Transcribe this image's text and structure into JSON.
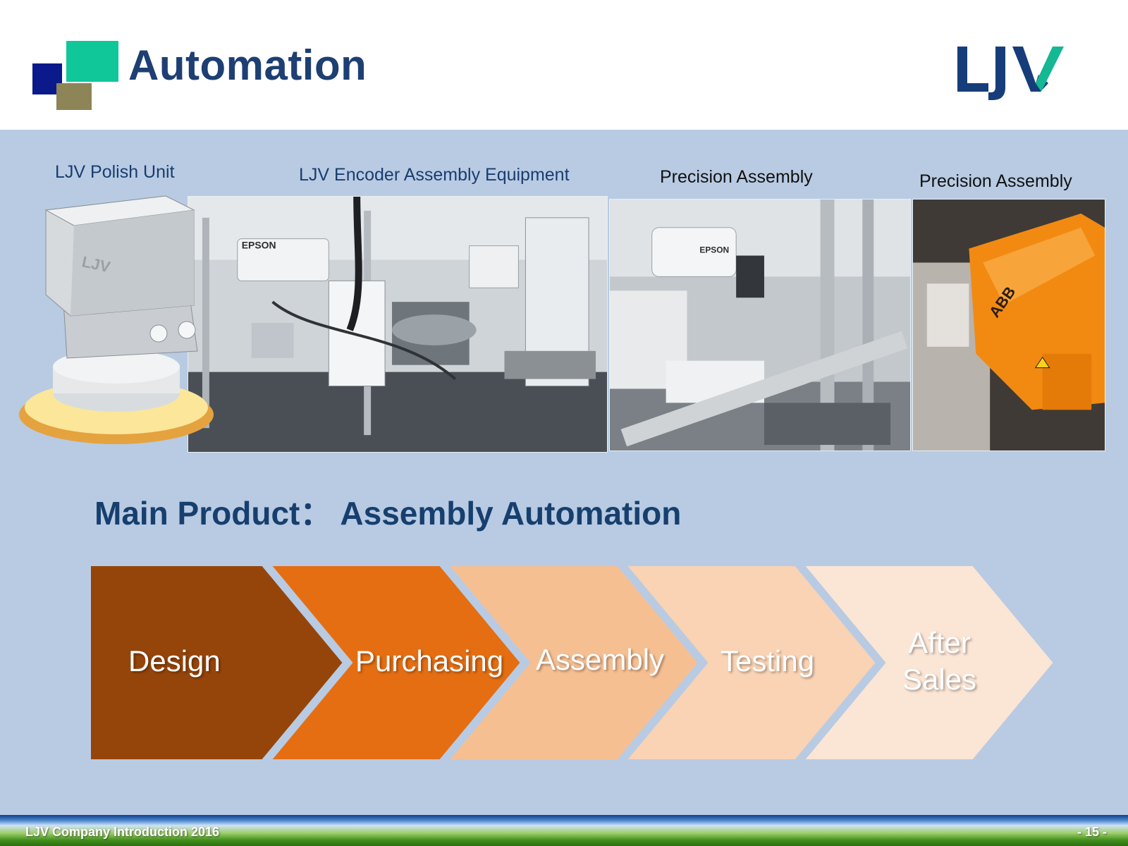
{
  "slide": {
    "title": "Automation",
    "logo_text": "LJV",
    "subtitle": "Main Product：  Assembly Automation"
  },
  "captions": {
    "polish_unit": "LJV Polish Unit",
    "encoder_equipment": "LJV Encoder Assembly Equipment",
    "precision_assembly_1": "Precision Assembly",
    "precision_assembly_2": "Precision Assembly"
  },
  "process_steps": [
    {
      "label": "Design",
      "color": "#96450a"
    },
    {
      "label": "Purchasing",
      "color": "#e56e12"
    },
    {
      "label": "Assembly",
      "color": "#f6bf92"
    },
    {
      "label": "Testing",
      "color": "#f9d3b4"
    },
    {
      "label": "After\nSales",
      "color": "#fbe5d5"
    }
  ],
  "footer": {
    "company_text": "LJV Company Introduction 2016",
    "page_number": "- 15 -"
  },
  "colors": {
    "title_blue": "#1d3f73",
    "panel_blue": "#b8cbe3",
    "logo_navy": "#163d7a",
    "logo_teal": "#14b893"
  }
}
